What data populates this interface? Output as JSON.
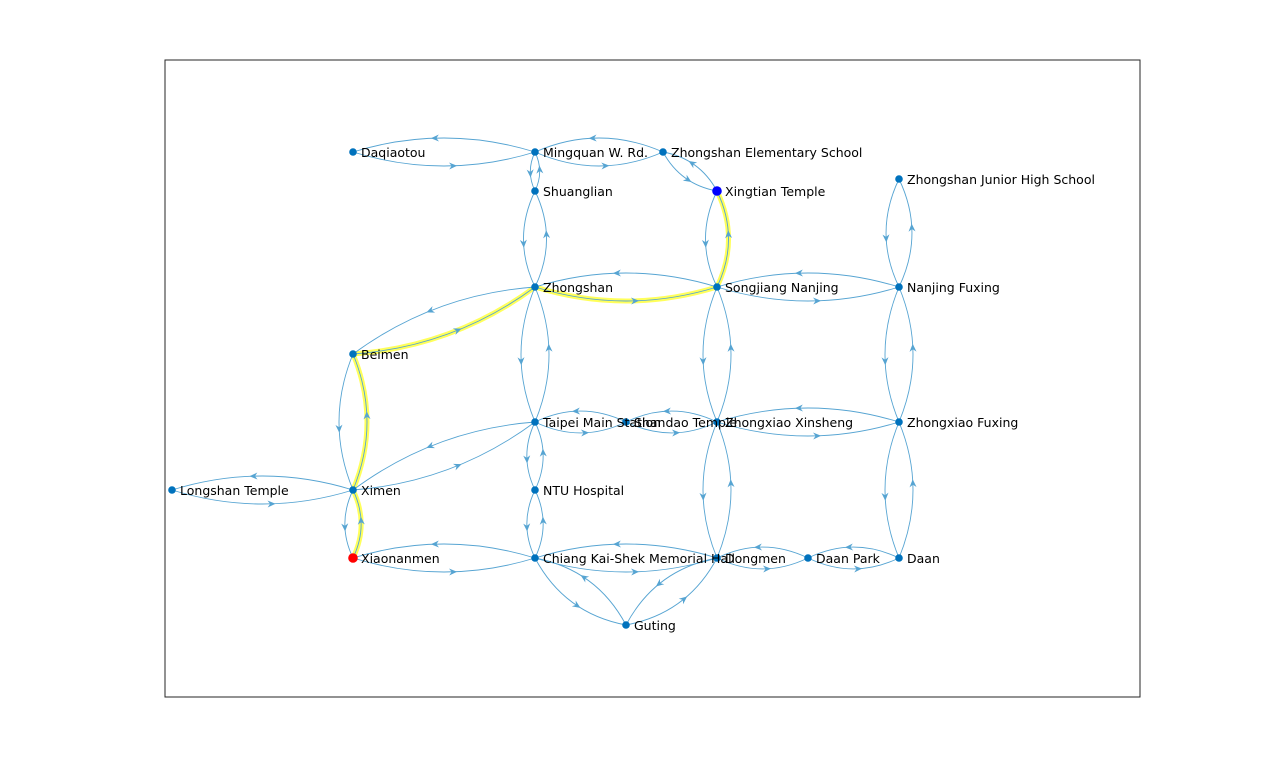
{
  "colors": {
    "edge": "#56a4d2",
    "node": "#0072bd",
    "path_highlight": "#ffff5a",
    "start_node": "#ff0000",
    "end_node": "#0000ff",
    "axes_border": "#262626"
  },
  "nodes": [
    {
      "id": "daqiaotou",
      "label": "Daqiaotou"
    },
    {
      "id": "mingquan",
      "label": "Mingquan W. Rd."
    },
    {
      "id": "zhongshan_elem",
      "label": "Zhongshan Elementary School"
    },
    {
      "id": "shuanglian",
      "label": "Shuanglian"
    },
    {
      "id": "xingtian",
      "label": "Xingtian Temple"
    },
    {
      "id": "zhongshan_jhs",
      "label": "Zhongshan Junior High School"
    },
    {
      "id": "zhongshan",
      "label": "Zhongshan"
    },
    {
      "id": "songjiang",
      "label": "Songjiang Nanjing"
    },
    {
      "id": "nanjing_fuxing",
      "label": "Nanjing Fuxing"
    },
    {
      "id": "beimen",
      "label": "Beimen"
    },
    {
      "id": "taipei_main",
      "label": "Taipei Main Station"
    },
    {
      "id": "shandao",
      "label": "Shandao Temple"
    },
    {
      "id": "zx_xinsheng",
      "label": "Zhongxiao Xinsheng"
    },
    {
      "id": "zx_fuxing",
      "label": "Zhongxiao Fuxing"
    },
    {
      "id": "longshan",
      "label": "Longshan Temple"
    },
    {
      "id": "ximen",
      "label": "Ximen"
    },
    {
      "id": "ntu_hospital",
      "label": "NTU Hospital"
    },
    {
      "id": "xiaonanmen",
      "label": "Xiaonanmen"
    },
    {
      "id": "ckshall",
      "label": "Chiang Kai-Shek Memorial Hall"
    },
    {
      "id": "dongmen",
      "label": "Dongmen"
    },
    {
      "id": "daan_park",
      "label": "Daan Park"
    },
    {
      "id": "daan",
      "label": "Daan"
    },
    {
      "id": "guting",
      "label": "Guting"
    }
  ],
  "edges": [
    [
      "daqiaotou",
      "mingquan"
    ],
    [
      "mingquan",
      "zhongshan_elem"
    ],
    [
      "mingquan",
      "shuanglian"
    ],
    [
      "zhongshan_elem",
      "xingtian"
    ],
    [
      "shuanglian",
      "zhongshan"
    ],
    [
      "xingtian",
      "songjiang"
    ],
    [
      "zhongshan_jhs",
      "nanjing_fuxing"
    ],
    [
      "zhongshan",
      "songjiang"
    ],
    [
      "songjiang",
      "nanjing_fuxing"
    ],
    [
      "zhongshan",
      "beimen"
    ],
    [
      "zhongshan",
      "taipei_main"
    ],
    [
      "songjiang",
      "zx_xinsheng"
    ],
    [
      "nanjing_fuxing",
      "zx_fuxing"
    ],
    [
      "beimen",
      "ximen"
    ],
    [
      "taipei_main",
      "shandao"
    ],
    [
      "shandao",
      "zx_xinsheng"
    ],
    [
      "zx_xinsheng",
      "zx_fuxing"
    ],
    [
      "taipei_main",
      "ximen"
    ],
    [
      "taipei_main",
      "ntu_hospital"
    ],
    [
      "longshan",
      "ximen"
    ],
    [
      "ximen",
      "xiaonanmen"
    ],
    [
      "ntu_hospital",
      "ckshall"
    ],
    [
      "zx_xinsheng",
      "dongmen"
    ],
    [
      "zx_fuxing",
      "daan"
    ],
    [
      "xiaonanmen",
      "ckshall"
    ],
    [
      "ckshall",
      "dongmen"
    ],
    [
      "dongmen",
      "daan_park"
    ],
    [
      "daan_park",
      "daan"
    ],
    [
      "ckshall",
      "guting"
    ],
    [
      "dongmen",
      "guting"
    ]
  ],
  "highlighted_path": [
    "xiaonanmen",
    "ximen",
    "beimen",
    "zhongshan",
    "songjiang",
    "xingtian"
  ],
  "start_node": "xiaonanmen",
  "end_node": "xingtian"
}
